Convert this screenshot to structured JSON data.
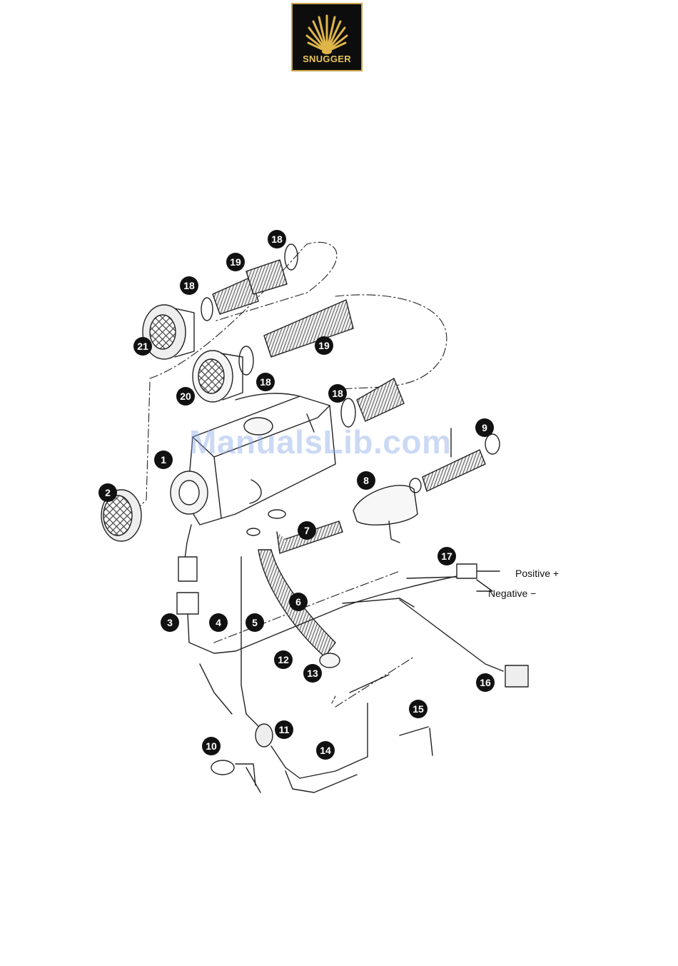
{
  "brand": {
    "name": "SNUGGER",
    "colors": {
      "logo_bg": "#0d0d0d",
      "logo_gold": "#e8c45a"
    }
  },
  "watermark": "ManualsLib.com",
  "wire_labels": {
    "positive": "Positive +",
    "negative": "Negative −"
  },
  "callouts": [
    "1",
    "2",
    "3",
    "4",
    "5",
    "6",
    "7",
    "8",
    "9",
    "10",
    "11",
    "12",
    "13",
    "14",
    "15",
    "16",
    "17",
    "18",
    "18",
    "18",
    "18",
    "19",
    "19",
    "20",
    "21"
  ]
}
